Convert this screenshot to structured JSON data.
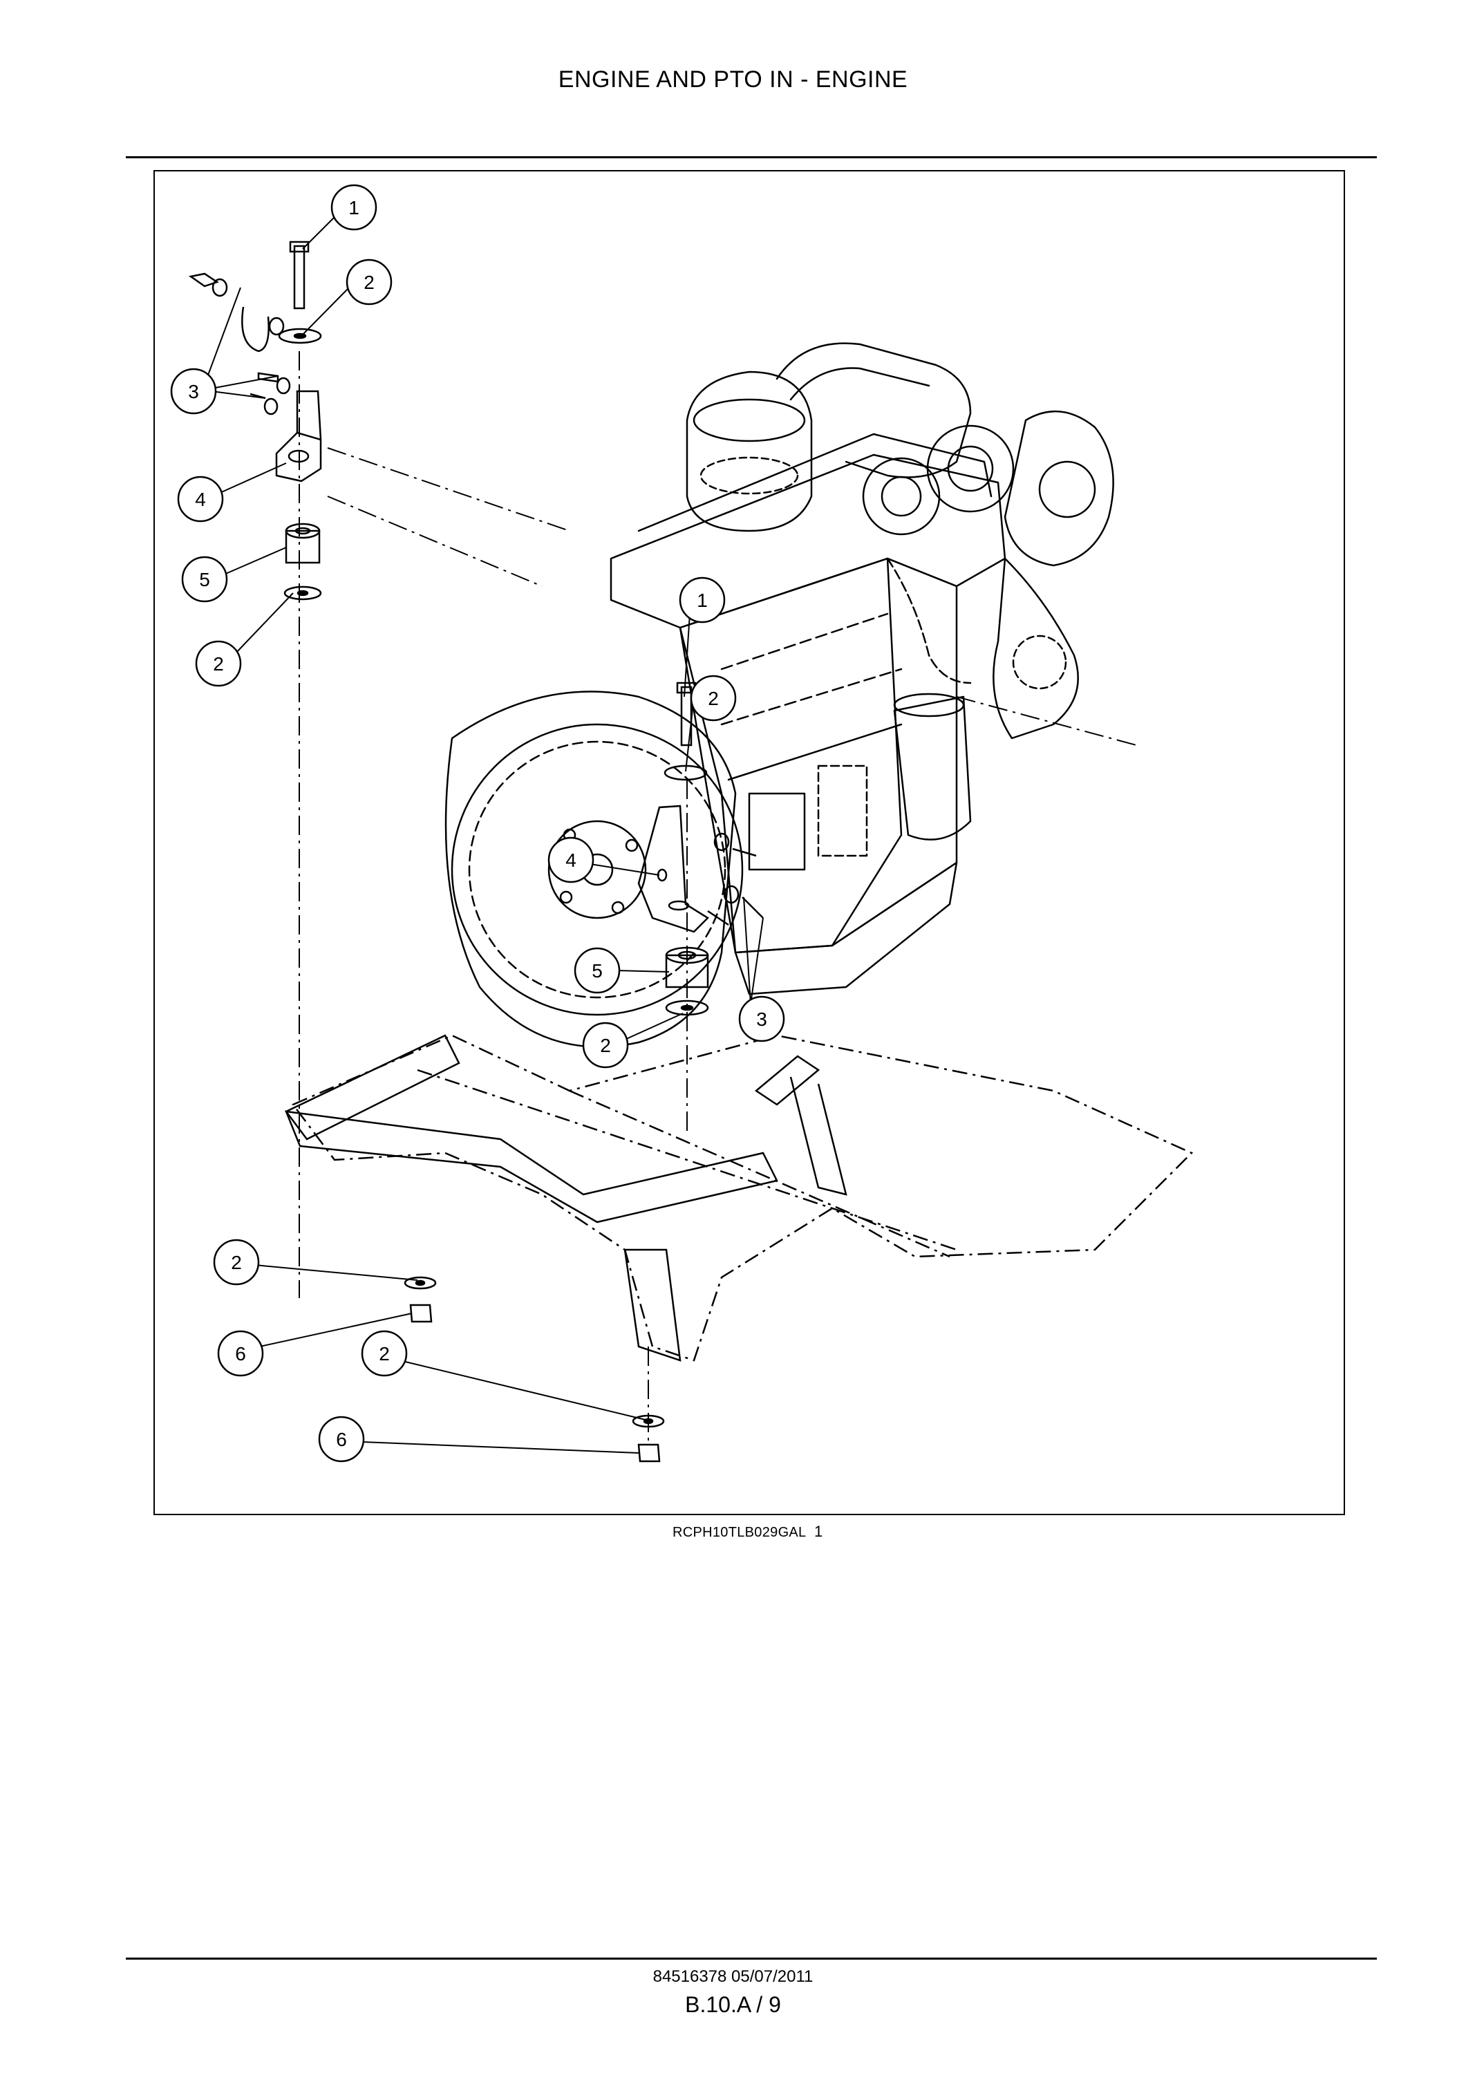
{
  "header": {
    "title": "ENGINE AND PTO IN - ENGINE"
  },
  "figure": {
    "reference": "RCPH10TLB029GAL",
    "number": "1",
    "callouts": [
      "1",
      "2",
      "3",
      "4",
      "5",
      "2",
      "1",
      "2",
      "4",
      "3",
      "5",
      "2",
      "2",
      "6",
      "2",
      "6"
    ]
  },
  "footer": {
    "document_ref": "84516378 05/07/2011",
    "page_ref": "B.10.A / 9"
  }
}
